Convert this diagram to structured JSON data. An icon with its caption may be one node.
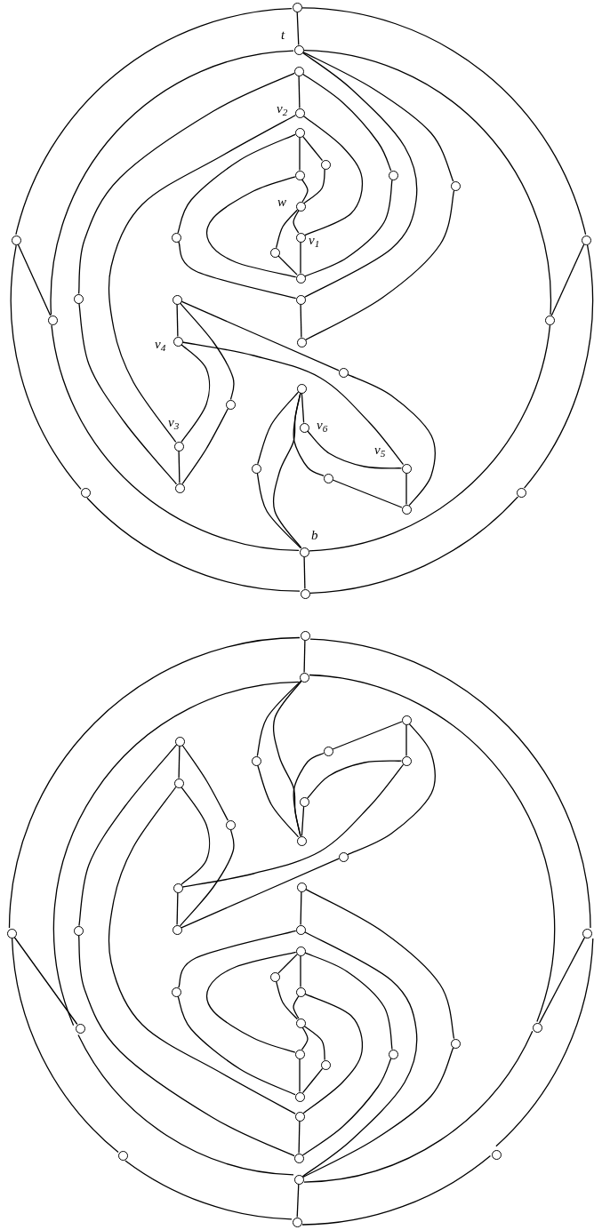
{
  "diagram": {
    "nodes": [
      {
        "text": [],
        "shape": "circle"
      },
      {
        "text": [],
        "shape": "circle",
        "beside": [
          "t"
        ]
      },
      {
        "text": [],
        "shape": "circle"
      },
      {
        "text": [],
        "shape": "circle",
        "beside": [
          "v$_{2}$"
        ]
      },
      {
        "text": [],
        "shape": "circle"
      },
      {
        "text": [],
        "shape": "circle"
      },
      {
        "text": [],
        "shape": "circle"
      },
      {
        "text": [],
        "shape": "circle",
        "beside": [
          "w"
        ]
      },
      {
        "text": [],
        "shape": "circle",
        "beside": [
          "v$_{1}$"
        ]
      },
      {
        "text": [],
        "shape": "circle"
      },
      {
        "text": [],
        "shape": "circle"
      },
      {
        "text": [],
        "shape": "circle"
      },
      {
        "text": [],
        "shape": "circle"
      },
      {
        "text": [],
        "shape": "circle"
      },
      {
        "text": [],
        "shape": "circle"
      },
      {
        "text": [],
        "shape": "circle"
      },
      {
        "text": [],
        "shape": "circle"
      },
      {
        "text": [],
        "shape": "circle"
      },
      {
        "text": [],
        "shape": "circle"
      },
      {
        "text": [],
        "shape": "circle"
      },
      {
        "text": [],
        "shape": "circle"
      },
      {
        "text": [],
        "shape": "circle"
      },
      {
        "text": [],
        "shape": "circle"
      },
      {
        "text": [],
        "shape": "circle"
      },
      {
        "text": [],
        "shape": "circle",
        "beside": [
          "v$_{4}$"
        ]
      },
      {
        "text": [],
        "shape": "circle"
      },
      {
        "text": [],
        "shape": "circle",
        "beside": [
          "v$_{3}$"
        ]
      },
      {
        "text": [],
        "shape": "circle"
      },
      {
        "text": [],
        "shape": "circle"
      },
      {
        "text": [],
        "shape": "circle"
      },
      {
        "text": [],
        "shape": "circle",
        "beside": [
          "v$_{6}$"
        ]
      },
      {
        "text": [],
        "shape": "circle"
      },
      {
        "text": [],
        "shape": "circle"
      },
      {
        "text": [],
        "shape": "circle",
        "beside": [
          "v$_{5}$"
        ]
      },
      {
        "text": [],
        "shape": "circle"
      },
      {
        "text": [],
        "shape": "circle",
        "beside": [
          "b"
        ]
      },
      {
        "text": [],
        "shape": "circle"
      },
      {
        "text": [],
        "shape": "circle"
      },
      {
        "text": [],
        "shape": "circle"
      },
      {
        "text": [],
        "shape": "circle"
      },
      {
        "text": [],
        "shape": "circle"
      },
      {
        "text": [],
        "shape": "circle"
      },
      {
        "text": [],
        "shape": "circle"
      },
      {
        "text": [],
        "shape": "circle"
      },
      {
        "text": [],
        "shape": "circle"
      },
      {
        "text": [],
        "shape": "circle"
      },
      {
        "text": [],
        "shape": "circle"
      },
      {
        "text": [],
        "shape": "circle"
      },
      {
        "text": [],
        "shape": "circle"
      },
      {
        "text": [],
        "shape": "circle"
      },
      {
        "text": [],
        "shape": "circle"
      },
      {
        "text": [],
        "shape": "circle"
      },
      {
        "text": [],
        "shape": "circle"
      },
      {
        "text": [],
        "shape": "circle"
      },
      {
        "text": [],
        "shape": "circle"
      },
      {
        "text": [],
        "shape": "circle"
      },
      {
        "text": [],
        "shape": "circle"
      },
      {
        "text": [],
        "shape": "circle"
      },
      {
        "text": [],
        "shape": "circle"
      },
      {
        "text": [],
        "shape": "circle"
      },
      {
        "text": [],
        "shape": "circle"
      },
      {
        "text": [],
        "shape": "circle"
      },
      {
        "text": [],
        "shape": "circle"
      },
      {
        "text": [],
        "shape": "circle"
      },
      {
        "text": [],
        "shape": "circle"
      },
      {
        "text": [],
        "shape": "circle"
      },
      {
        "text": [],
        "shape": "circle"
      },
      {
        "text": [],
        "shape": "circle"
      },
      {
        "text": [],
        "shape": "circle"
      },
      {
        "text": [],
        "shape": "circle"
      },
      {
        "text": [],
        "shape": "circle"
      },
      {
        "text": [],
        "shape": "circle"
      },
      {
        "text": [],
        "shape": "circle"
      },
      {
        "text": [],
        "shape": "circle"
      }
    ],
    "edges": [
      {
        "from": 0,
        "to": 1,
        "arrow": "none"
      },
      {
        "from": 0,
        "to": 19,
        "arrow": "none"
      },
      {
        "from": 19,
        "to": 22,
        "arrow": "none"
      },
      {
        "from": 22,
        "to": 36,
        "arrow": "none"
      },
      {
        "from": 36,
        "to": 21,
        "arrow": "none"
      },
      {
        "from": 21,
        "to": 17,
        "arrow": "none"
      },
      {
        "from": 17,
        "to": 0,
        "arrow": "none"
      },
      {
        "from": 1,
        "to": 20,
        "arrow": "none"
      },
      {
        "from": 20,
        "to": 35,
        "arrow": "none"
      },
      {
        "from": 35,
        "to": 18,
        "arrow": "none"
      },
      {
        "from": 18,
        "to": 1,
        "arrow": "none"
      },
      {
        "from": 17,
        "to": 18,
        "arrow": "none"
      },
      {
        "from": 19,
        "to": 20,
        "arrow": "none"
      },
      {
        "from": 35,
        "to": 36,
        "arrow": "none"
      },
      {
        "from": 1,
        "to": 14,
        "arrow": "none"
      },
      {
        "from": 14,
        "to": 12,
        "arrow": "none"
      },
      {
        "from": 1,
        "to": 11,
        "arrow": "none"
      },
      {
        "from": 2,
        "to": 13,
        "arrow": "none"
      },
      {
        "from": 13,
        "to": 10,
        "arrow": "none"
      },
      {
        "from": 3,
        "to": 8,
        "arrow": "none"
      },
      {
        "from": 2,
        "to": 3,
        "arrow": "none"
      },
      {
        "from": 4,
        "to": 6,
        "arrow": "none"
      },
      {
        "from": 4,
        "to": 5,
        "arrow": "none"
      },
      {
        "from": 5,
        "to": 7,
        "arrow": "none"
      },
      {
        "from": 6,
        "to": 7,
        "arrow": "none"
      },
      {
        "from": 7,
        "to": 8,
        "arrow": "none"
      },
      {
        "from": 7,
        "to": 9,
        "arrow": "none"
      },
      {
        "from": 8,
        "to": 10,
        "arrow": "none"
      },
      {
        "from": 9,
        "to": 10,
        "arrow": "none"
      },
      {
        "from": 11,
        "to": 12,
        "arrow": "none"
      },
      {
        "from": 6,
        "to": 10,
        "arrow": "none"
      },
      {
        "from": 4,
        "to": 15,
        "arrow": "none"
      },
      {
        "from": 15,
        "to": 11,
        "arrow": "none"
      },
      {
        "from": 3,
        "to": 26,
        "arrow": "none"
      },
      {
        "from": 2,
        "to": 16,
        "arrow": "none"
      },
      {
        "from": 16,
        "to": 27,
        "arrow": "none"
      },
      {
        "from": 23,
        "to": 24,
        "arrow": "none"
      },
      {
        "from": 23,
        "to": 25,
        "arrow": "none"
      },
      {
        "from": 23,
        "to": 28,
        "arrow": "none"
      },
      {
        "from": 28,
        "to": 34,
        "arrow": "none"
      },
      {
        "from": 24,
        "to": 26,
        "arrow": "none"
      },
      {
        "from": 24,
        "to": 33,
        "arrow": "none"
      },
      {
        "from": 25,
        "to": 27,
        "arrow": "none"
      },
      {
        "from": 26,
        "to": 27,
        "arrow": "none"
      },
      {
        "from": 29,
        "to": 30,
        "arrow": "none"
      },
      {
        "from": 29,
        "to": 31,
        "arrow": "none"
      },
      {
        "from": 29,
        "to": 35,
        "arrow": "none"
      },
      {
        "from": 29,
        "to": 32,
        "arrow": "none"
      },
      {
        "from": 31,
        "to": 35,
        "arrow": "none"
      },
      {
        "from": 30,
        "to": 33,
        "arrow": "none"
      },
      {
        "from": 32,
        "to": 34,
        "arrow": "none"
      },
      {
        "from": 33,
        "to": 34,
        "arrow": "none"
      },
      {
        "from": 37,
        "to": 38,
        "arrow": "none"
      },
      {
        "from": 73,
        "to": 56,
        "arrow": "none"
      },
      {
        "from": 56,
        "to": 59,
        "arrow": "none"
      },
      {
        "from": 59,
        "to": 37,
        "arrow": "none"
      },
      {
        "from": 37,
        "to": 58,
        "arrow": "none"
      },
      {
        "from": 58,
        "to": 54,
        "arrow": "none"
      },
      {
        "from": 54,
        "to": 73,
        "arrow": "none"
      },
      {
        "from": 72,
        "to": 57,
        "arrow": "none"
      },
      {
        "from": 57,
        "to": 38,
        "arrow": "none"
      },
      {
        "from": 38,
        "to": 55,
        "arrow": "none"
      },
      {
        "from": 55,
        "to": 72,
        "arrow": "none"
      },
      {
        "from": 54,
        "to": 55,
        "arrow": "none"
      },
      {
        "from": 56,
        "to": 57,
        "arrow": "none"
      },
      {
        "from": 72,
        "to": 73,
        "arrow": "none"
      },
      {
        "from": 38,
        "to": 51,
        "arrow": "none"
      },
      {
        "from": 51,
        "to": 49,
        "arrow": "none"
      },
      {
        "from": 38,
        "to": 48,
        "arrow": "none"
      },
      {
        "from": 39,
        "to": 50,
        "arrow": "none"
      },
      {
        "from": 50,
        "to": 47,
        "arrow": "none"
      },
      {
        "from": 40,
        "to": 45,
        "arrow": "none"
      },
      {
        "from": 39,
        "to": 40,
        "arrow": "none"
      },
      {
        "from": 41,
        "to": 43,
        "arrow": "none"
      },
      {
        "from": 41,
        "to": 42,
        "arrow": "none"
      },
      {
        "from": 42,
        "to": 44,
        "arrow": "none"
      },
      {
        "from": 43,
        "to": 44,
        "arrow": "none"
      },
      {
        "from": 44,
        "to": 45,
        "arrow": "none"
      },
      {
        "from": 44,
        "to": 46,
        "arrow": "none"
      },
      {
        "from": 45,
        "to": 47,
        "arrow": "none"
      },
      {
        "from": 46,
        "to": 47,
        "arrow": "none"
      },
      {
        "from": 48,
        "to": 49,
        "arrow": "none"
      },
      {
        "from": 43,
        "to": 47,
        "arrow": "none"
      },
      {
        "from": 41,
        "to": 52,
        "arrow": "none"
      },
      {
        "from": 52,
        "to": 48,
        "arrow": "none"
      },
      {
        "from": 40,
        "to": 63,
        "arrow": "none"
      },
      {
        "from": 39,
        "to": 53,
        "arrow": "none"
      },
      {
        "from": 53,
        "to": 64,
        "arrow": "none"
      },
      {
        "from": 60,
        "to": 61,
        "arrow": "none"
      },
      {
        "from": 60,
        "to": 62,
        "arrow": "none"
      },
      {
        "from": 60,
        "to": 65,
        "arrow": "none"
      },
      {
        "from": 65,
        "to": 71,
        "arrow": "none"
      },
      {
        "from": 61,
        "to": 63,
        "arrow": "none"
      },
      {
        "from": 61,
        "to": 70,
        "arrow": "none"
      },
      {
        "from": 62,
        "to": 64,
        "arrow": "none"
      },
      {
        "from": 63,
        "to": 64,
        "arrow": "none"
      },
      {
        "from": 66,
        "to": 67,
        "arrow": "none"
      },
      {
        "from": 66,
        "to": 68,
        "arrow": "none"
      },
      {
        "from": 66,
        "to": 72,
        "arrow": "none"
      },
      {
        "from": 66,
        "to": 69,
        "arrow": "none"
      },
      {
        "from": 68,
        "to": 72,
        "arrow": "none"
      },
      {
        "from": 67,
        "to": 70,
        "arrow": "none"
      },
      {
        "from": 69,
        "to": 71,
        "arrow": "none"
      },
      {
        "from": 70,
        "to": 71,
        "arrow": "none"
      }
    ]
  }
}
